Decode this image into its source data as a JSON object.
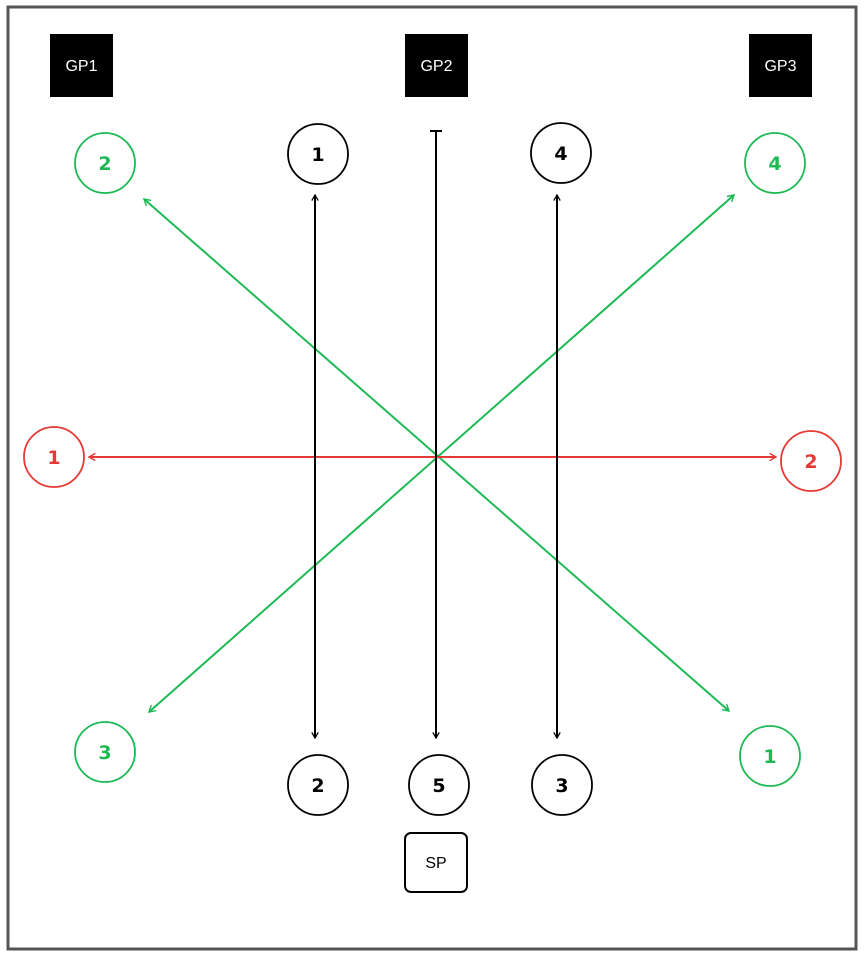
{
  "colors": {
    "border": "#555555",
    "black": "#000000",
    "green": "#1DB954",
    "red": "#E53935",
    "white": "#ffffff"
  },
  "boxes": {
    "gp1": "GP1",
    "gp2": "GP2",
    "gp3": "GP3",
    "sp": "SP"
  },
  "nodes": {
    "black_top_1": "1",
    "black_top_4": "4",
    "black_bottom_2": "2",
    "black_bottom_5": "5",
    "black_bottom_3": "3",
    "green_top_left": "2",
    "green_top_right": "4",
    "green_bottom_left": "3",
    "green_bottom_right": "1",
    "red_left": "1",
    "red_right": "2"
  }
}
